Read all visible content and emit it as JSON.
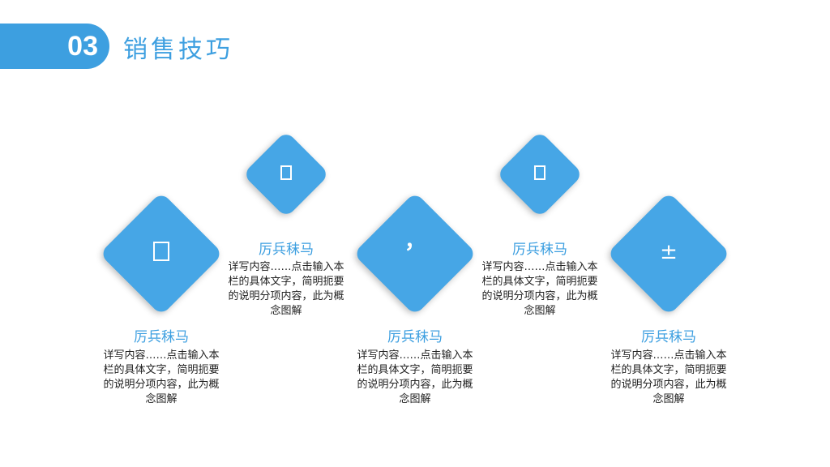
{
  "header": {
    "number": "03",
    "title": "销售技巧"
  },
  "items": [
    {
      "icon": "box-icon",
      "title": "厉兵秣马",
      "desc": "详写内容……点击输入本栏的具体文字，简明扼要的说明分项内容，此为概念图解"
    },
    {
      "icon": "box-icon",
      "title": "厉兵秣马",
      "desc": "详写内容……点击输入本栏的具体文字，简明扼要的说明分项内容，此为概念图解"
    },
    {
      "icon": "comma-icon",
      "glyph": "，",
      "title": "厉兵秣马",
      "desc": "详写内容……点击输入本栏的具体文字，简明扼要的说明分项内容，此为概念图解"
    },
    {
      "icon": "box-icon",
      "title": "厉兵秣马",
      "desc": "详写内容……点击输入本栏的具体文字，简明扼要的说明分项内容，此为概念图解"
    },
    {
      "icon": "plus-minus-icon",
      "glyph": "±",
      "title": "厉兵秣马",
      "desc": "详写内容……点击输入本栏的具体文字，简明扼要的说明分项内容，此为概念图解"
    }
  ],
  "colors": {
    "accent": "#3d9fe0",
    "diamond": "#46a6e6"
  }
}
